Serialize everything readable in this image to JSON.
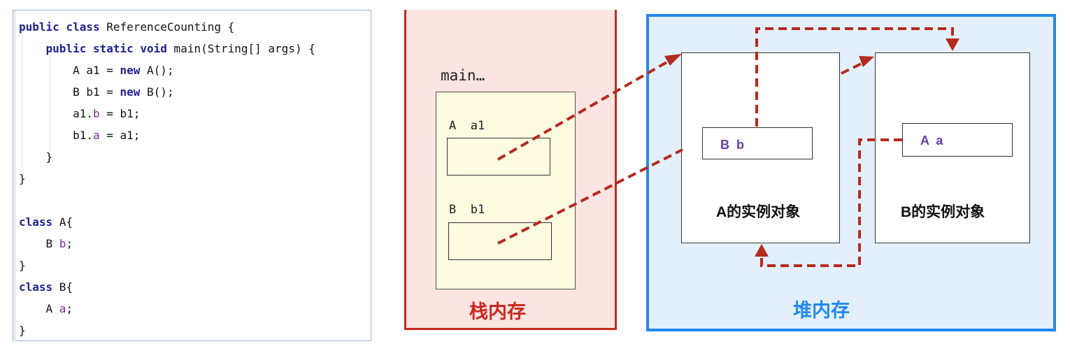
{
  "code": {
    "lines": [
      [
        {
          "t": "public class",
          "kw": true
        },
        {
          "t": " ReferenceCounting {"
        }
      ],
      [
        {
          "t": "    "
        },
        {
          "t": "public static void",
          "kw": true
        },
        {
          "t": " main(String[] args) {"
        }
      ],
      [
        {
          "t": "        A a1 = "
        },
        {
          "t": "new",
          "kw": true
        },
        {
          "t": " A();"
        }
      ],
      [
        {
          "t": "        B b1 = "
        },
        {
          "t": "new",
          "kw": true
        },
        {
          "t": " B();"
        }
      ],
      [
        {
          "t": "        a1."
        },
        {
          "t": "b",
          "fld": true
        },
        {
          "t": " = b1;"
        }
      ],
      [
        {
          "t": "        b1."
        },
        {
          "t": "a",
          "fld": true
        },
        {
          "t": " = a1;"
        }
      ],
      [
        {
          "t": "    }"
        }
      ],
      [
        {
          "t": "}"
        }
      ],
      [
        {
          "t": ""
        }
      ],
      [
        {
          "t": "class",
          "kw": true
        },
        {
          "t": " A{"
        }
      ],
      [
        {
          "t": "    B "
        },
        {
          "t": "b",
          "fld": true
        },
        {
          "t": ";"
        }
      ],
      [
        {
          "t": "}"
        }
      ],
      [
        {
          "t": "class",
          "kw": true
        },
        {
          "t": " B{"
        }
      ],
      [
        {
          "t": "    A "
        },
        {
          "t": "a",
          "fld": true
        },
        {
          "t": ";"
        }
      ],
      [
        {
          "t": "}"
        }
      ]
    ]
  },
  "stack": {
    "frame_title": "main…",
    "var_a": "A  a1",
    "var_b": "B  b1",
    "label": "栈内存",
    "label_color": "#c8281f"
  },
  "heap": {
    "obj_a_field": "B  b",
    "obj_a_label": "A的实例对象",
    "obj_b_field": "A  a",
    "obj_b_label": "B的实例对象",
    "label": "堆内存",
    "label_color": "#2288ee"
  },
  "arrow_color": "#b52a1e"
}
